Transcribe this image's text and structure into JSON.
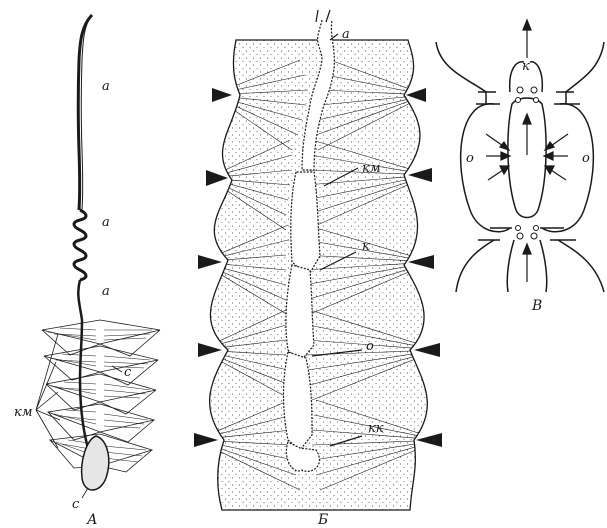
{
  "figure": {
    "panel_a": {
      "caption": "А",
      "labels": {
        "a1": "а",
        "a2": "а",
        "a3": "а",
        "c1": "с",
        "c2": "с",
        "km": "км"
      }
    },
    "panel_b": {
      "caption": "Б",
      "labels": {
        "a": "а",
        "km": "км",
        "k": "к",
        "o": "о",
        "kk": "кк"
      }
    },
    "panel_c": {
      "caption": "В",
      "labels": {
        "k": "к",
        "o_left": "о",
        "o_right": "о"
      }
    },
    "colors": {
      "ink": "#1a1a1a",
      "paper": "#ffffff"
    }
  }
}
